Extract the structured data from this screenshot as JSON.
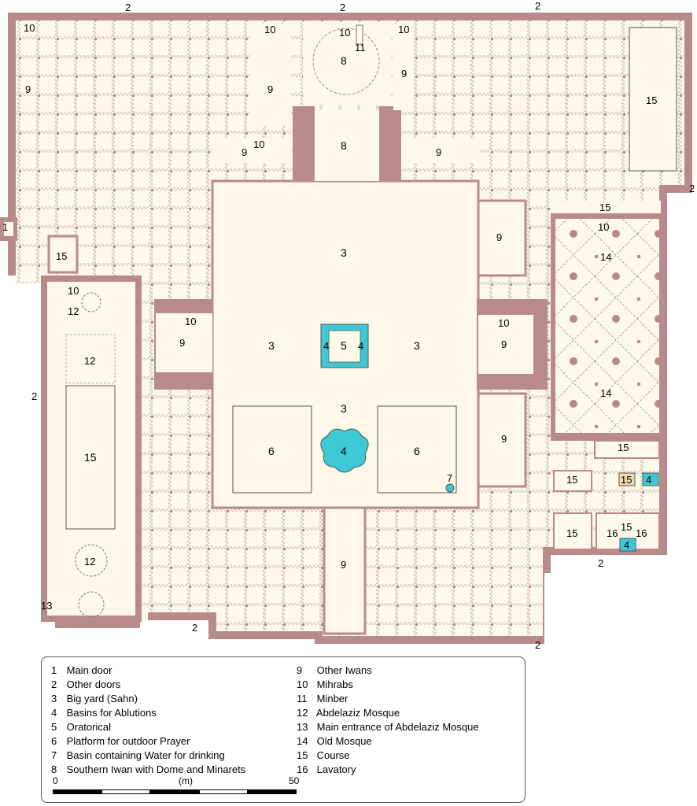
{
  "labels": {
    "n1": "1",
    "n2": "2",
    "n3": "3",
    "n4": "4",
    "n5": "5",
    "n6": "6",
    "n7": "7",
    "n8": "8",
    "n9": "9",
    "n10": "10",
    "n11": "11",
    "n12": "12",
    "n13": "13",
    "n14": "14",
    "n15": "15",
    "n16": "16"
  },
  "legend": [
    {
      "num": "1",
      "text": "Main door"
    },
    {
      "num": "2",
      "text": "Other doors"
    },
    {
      "num": "3",
      "text": "Big yard (Sahn)"
    },
    {
      "num": "4",
      "text": "Basins for Ablutions"
    },
    {
      "num": "5",
      "text": "Oratorical"
    },
    {
      "num": "6",
      "text": "Platform for outdoor Prayer"
    },
    {
      "num": "7",
      "text": "Basin containing Water for drinking"
    },
    {
      "num": "8",
      "text": "Southern Iwan with Dome and Minarets"
    },
    {
      "num": "9",
      "text": "Other Iwans"
    },
    {
      "num": "10",
      "text": "Mihrabs"
    },
    {
      "num": "11",
      "text": "Minber"
    },
    {
      "num": "12",
      "text": "Abdelaziz Mosque"
    },
    {
      "num": "13",
      "text": "Main entrance of Abdelaziz Mosque"
    },
    {
      "num": "14",
      "text": "Old Mosque"
    },
    {
      "num": "15",
      "text": "Course"
    },
    {
      "num": "16",
      "text": "Lavatory"
    }
  ],
  "scale": {
    "start": "0",
    "unit": "(m)",
    "end": "50"
  },
  "colors": {
    "wall": "#b98a8a",
    "floor": "#fdf8e8",
    "basin": "#3ec8d6",
    "course_box": "#f0d8b0"
  }
}
